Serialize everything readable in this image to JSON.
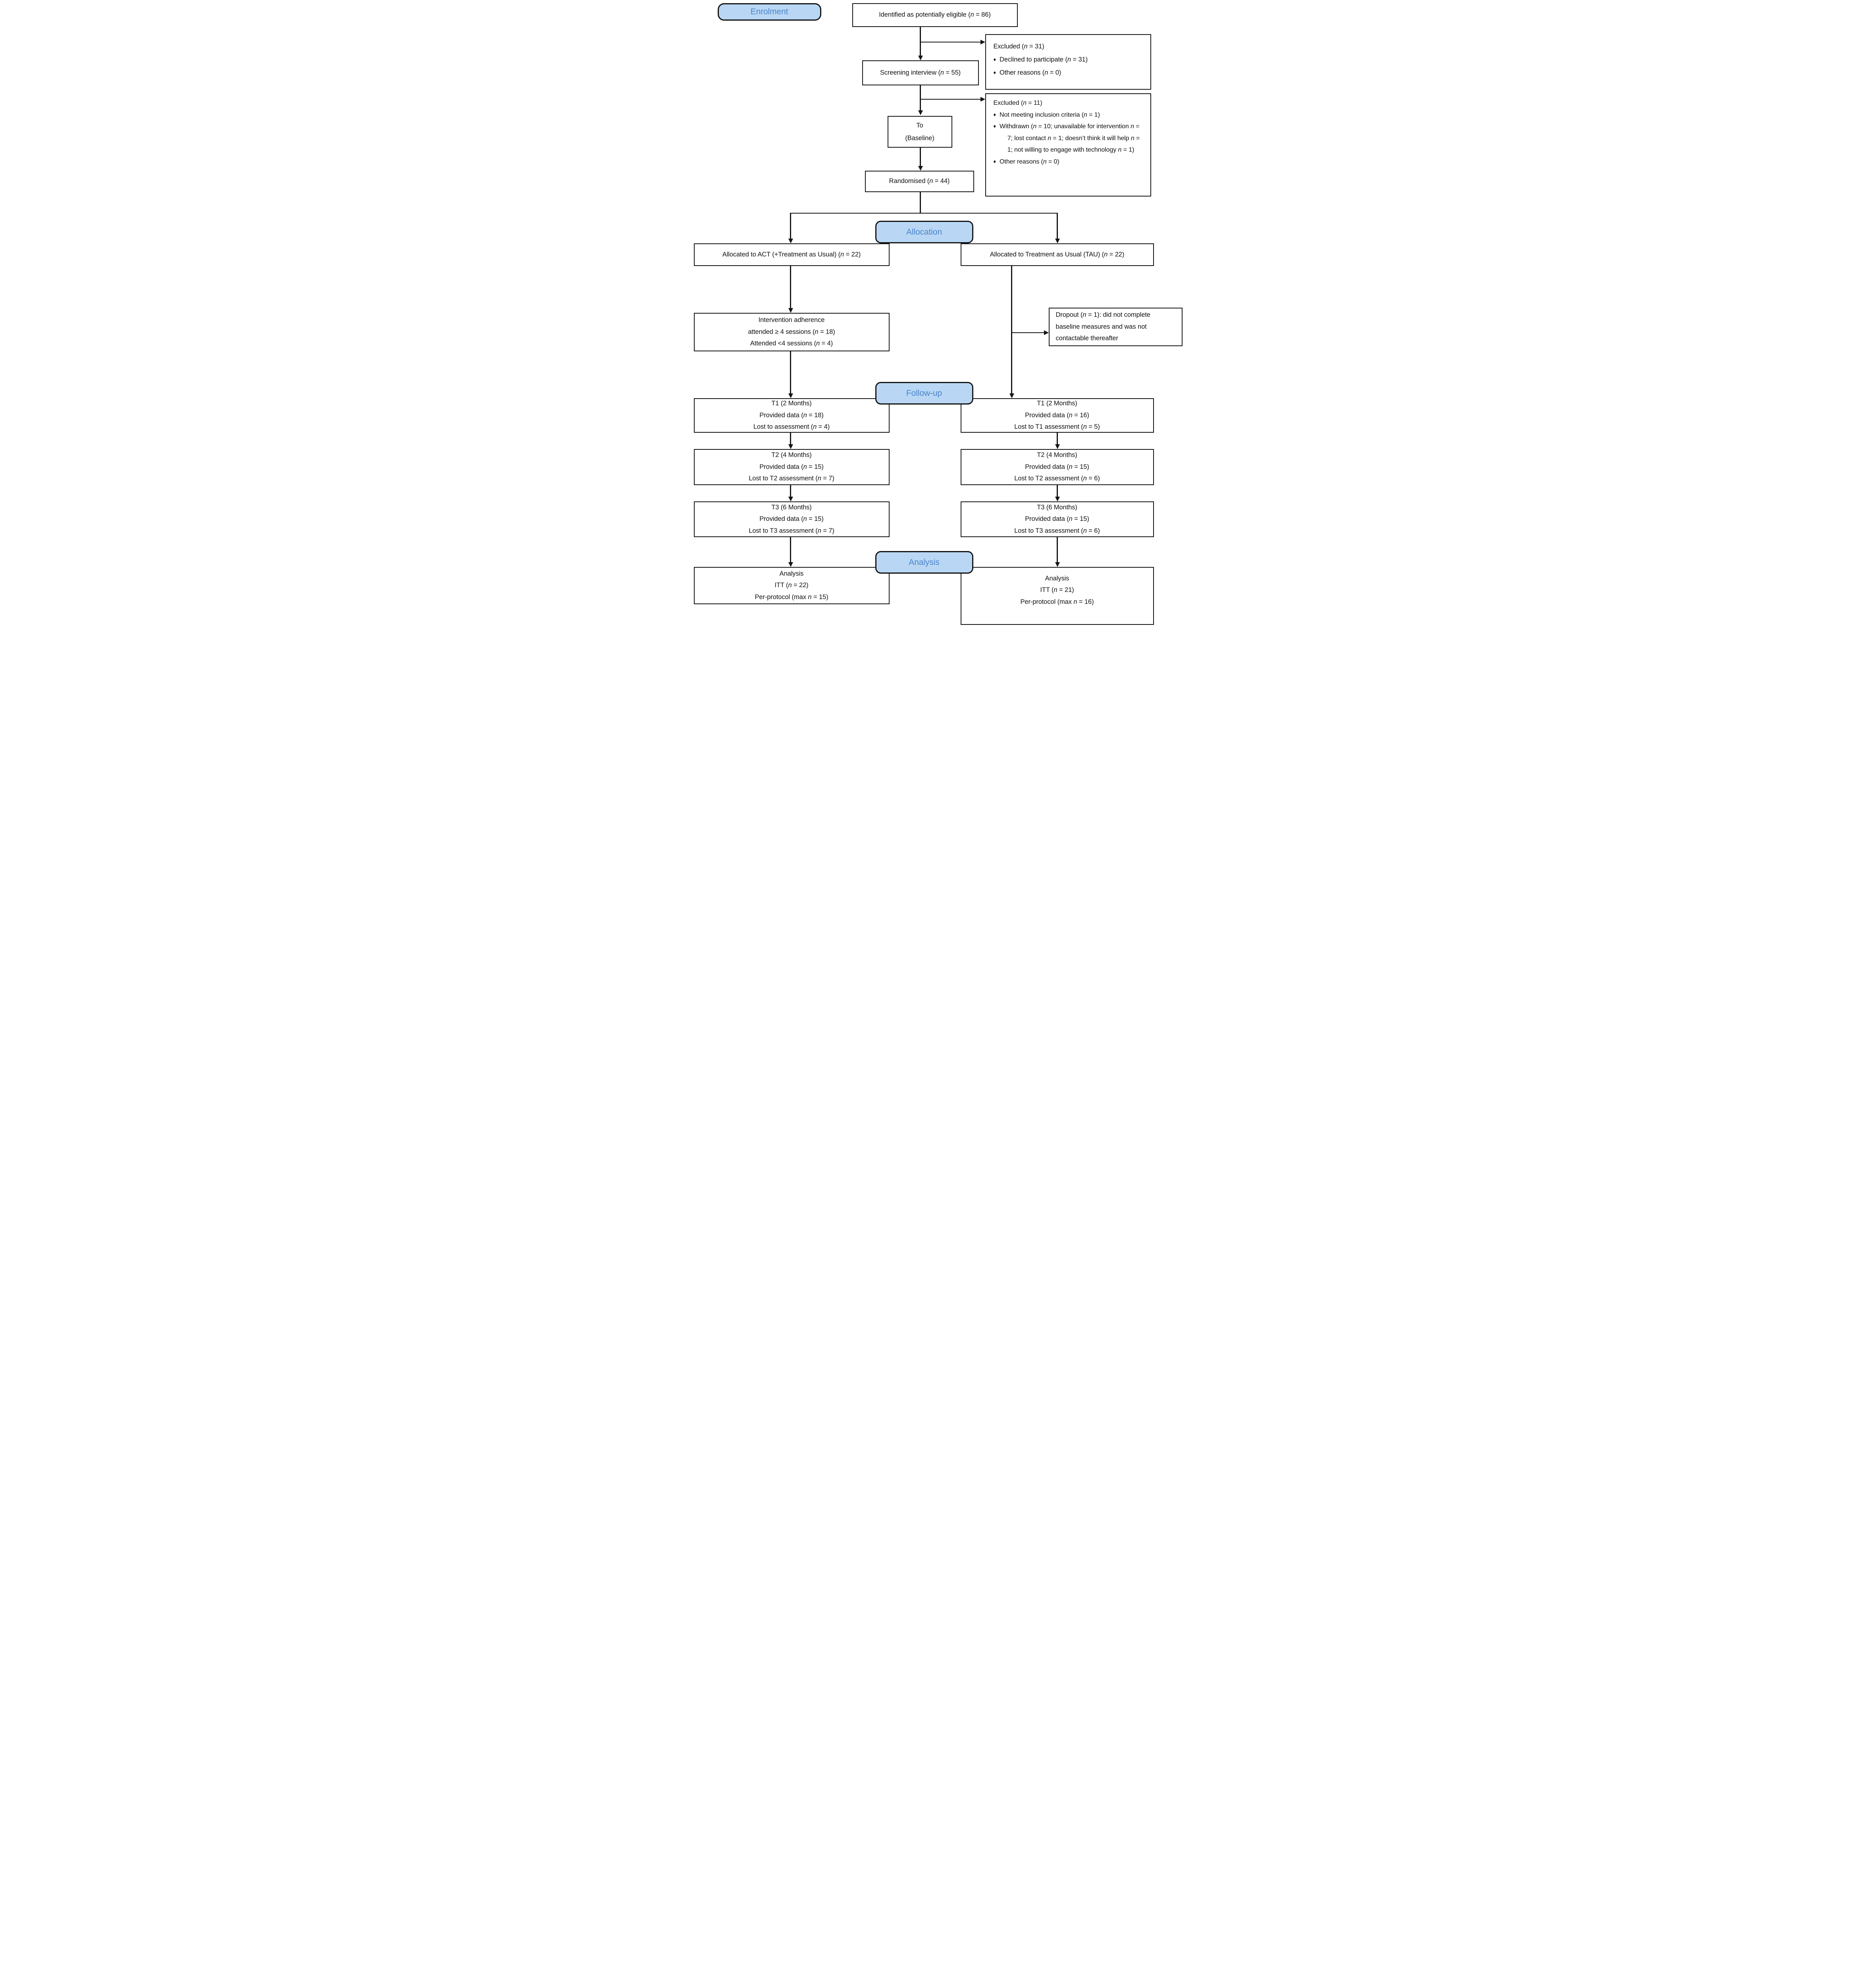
{
  "figure": {
    "bullet_char": "♦",
    "colors": {
      "stage_fill": "#b9d7f4",
      "stage_text": "#4d84cb",
      "line_color": "#141414"
    },
    "stages": {
      "enrolment": "Enrolment",
      "allocation": "Allocation",
      "followup": "Follow-up",
      "analysis": "Analysis"
    },
    "boxes": {
      "identified": {
        "text": "Identified as potentially eligible (n = 86)"
      },
      "excluded_screening": {
        "title": "Excluded (n = 31)",
        "items": [
          "Declined to participate (n = 31)",
          "Other reasons (n = 0)"
        ]
      },
      "screening": {
        "text": "Screening interview (n = 55)"
      },
      "excluded_baseline": {
        "title": "Excluded (n = 11)",
        "items": [
          "Not meeting inclusion criteria (n = 1)",
          "Withdrawn (n = 10; unavailable for intervention n = 7; lost contact n = 1; doesn’t think it will help n = 1; not willing to engage with technology n = 1)",
          "Other reasons (n = 0)"
        ]
      },
      "baseline": {
        "lines": [
          "To",
          "(Baseline)"
        ]
      },
      "randomised": {
        "text": "Randomised (n = 44)"
      },
      "alloc_act": {
        "text": "Allocated to ACT (+Treatment as Usual) (n = 22)"
      },
      "alloc_tau": {
        "text": "Allocated to Treatment as Usual (TAU) (n = 22)"
      },
      "adherence": {
        "lines": [
          "Intervention adherence",
          "attended ≥ 4 sessions (n = 18)",
          "Attended <4 sessions (n = 4)"
        ]
      },
      "dropout": {
        "text": "Dropout (n = 1): did not complete baseline measures and was not contactable thereafter"
      },
      "t1_act": {
        "lines": [
          "T1 (2 Months)",
          "Provided data (n = 18)",
          "Lost to assessment (n = 4)"
        ]
      },
      "t1_tau": {
        "lines": [
          "T1 (2 Months)",
          "Provided data (n = 16)",
          "Lost to T1 assessment (n = 5)"
        ]
      },
      "t2_act": {
        "lines": [
          "T2 (4 Months)",
          "Provided data (n = 15)",
          "Lost to T2 assessment (n = 7)"
        ]
      },
      "t2_tau": {
        "lines": [
          "T2 (4 Months)",
          "Provided data (n = 15)",
          "Lost to T2 assessment (n = 6)"
        ]
      },
      "t3_act": {
        "lines": [
          "T3 (6 Months)",
          "Provided data (n = 15)",
          "Lost to T3 assessment (n = 7)"
        ]
      },
      "t3_tau": {
        "lines": [
          "T3 (6 Months)",
          "Provided data (n = 15)",
          "Lost to T3 assessment (n = 6)"
        ]
      },
      "analysis_act": {
        "lines": [
          "Analysis",
          "ITT (n = 22)",
          "Per-protocol (max n = 15)"
        ]
      },
      "analysis_tau": {
        "lines": [
          "Analysis",
          "ITT (n = 21)",
          "Per-protocol (max n = 16)"
        ]
      }
    }
  }
}
